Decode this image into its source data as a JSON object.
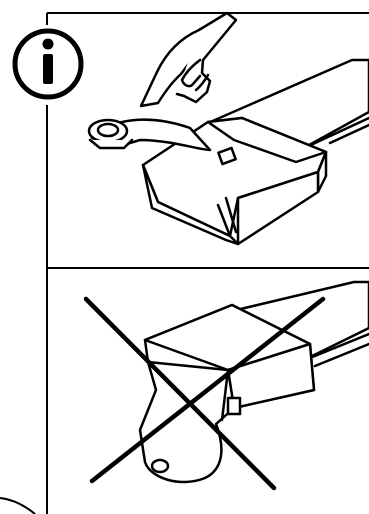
{
  "info_icon": {
    "name": "info-icon",
    "glyph": "i"
  },
  "panels": [
    {
      "name": "correct-usage-panel",
      "status": "allowed"
    },
    {
      "name": "incorrect-usage-panel",
      "status": "not allowed",
      "overlay_icon": "cross-out-icon"
    }
  ],
  "colors": {
    "line": "#000000",
    "background": "#ffffff"
  }
}
